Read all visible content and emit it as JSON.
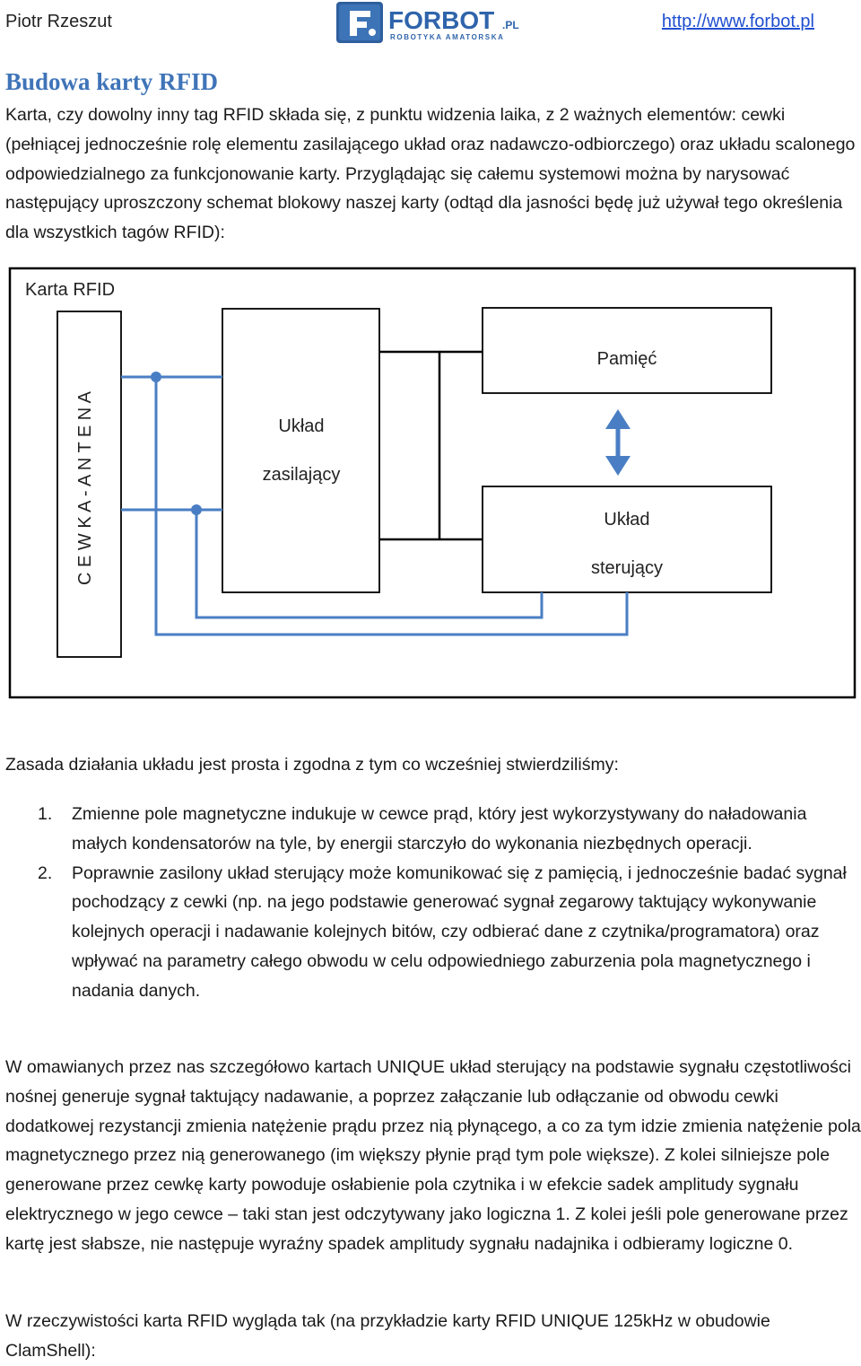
{
  "header": {
    "author": "Piotr Rzeszut",
    "logo_text": "FORBOT",
    "logo_suffix": ".PL",
    "logo_tagline": "ROBOTYKA AMATORSKA",
    "site_url": "http://www.forbot.pl"
  },
  "section": {
    "title": "Budowa karty RFID"
  },
  "paragraphs": {
    "intro": "Karta, czy dowolny inny tag RFID składa się, z punktu widzenia laika, z 2 ważnych elementów: cewki (pełniącej jednocześnie rolę elementu zasilającego układ oraz nadawczo-odbiorczego) oraz układu scalonego odpowiedzialnego za funkcjonowanie karty. Przyglądając się całemu systemowi można by narysować następujący uproszczony schemat blokowy naszej karty (odtąd dla jasności będę już używał tego określenia dla wszystkich tagów RFID):",
    "principle": "Zasada działania układu jest prosta i zgodna z tym co wcześniej stwierdziliśmy:",
    "unique": "W omawianych przez nas szczegółowo kartach UNIQUE układ sterujący na podstawie sygnału częstotliwości nośnej generuje sygnał taktujący nadawanie, a poprzez załączanie lub odłączanie od obwodu cewki dodatkowej rezystancji zmienia natężenie prądu przez nią płynącego, a co za tym idzie zmienia natężenie pola magnetycznego przez nią generowanego (im większy płynie prąd tym pole większe). Z kolei silniejsze pole generowane przez cewkę karty powoduje osłabienie pola czytnika i w efekcie sadek amplitudy sygnału elektrycznego w jego cewce – taki stan jest odczytywany jako logiczna 1. Z kolei jeśli pole generowane przez kartę jest słabsze, nie następuje wyraźny spadek amplitudy sygnału nadajnika i odbieramy logiczne 0.",
    "clamshell": "W rzeczywistości karta RFID wygląda tak (na przykładzie karty RFID UNIQUE 125kHz w obudowie ClamShell):"
  },
  "list": [
    {
      "num": "1.",
      "text": "Zmienne pole magnetyczne indukuje w cewce prąd, który jest wykorzystywany do naładowania małych kondensatorów na tyle, by energii starczyło do wykonania niezbędnych operacji."
    },
    {
      "num": "2.",
      "text": "Poprawnie zasilony układ sterujący może komunikować się z pamięcią, i jednocześnie badać sygnał pochodzący z cewki (np. na jego podstawie generować sygnał zegarowy taktujący wykonywanie kolejnych operacji i nadawanie kolejnych bitów, czy odbierać dane z czytnika/programatora) oraz wpływać na parametry całego obwodu w celu odpowiedniego zaburzenia pola magnetycznego i nadania danych."
    }
  ],
  "diagram": {
    "card_label": "Karta RFID",
    "coil_label": "C E W K A  -  A N T E N A",
    "power_label_1": "Układ",
    "power_label_2": "zasilający",
    "memory_label": "Pamięć",
    "control_label_1": "Układ",
    "control_label_2": "sterujący"
  }
}
